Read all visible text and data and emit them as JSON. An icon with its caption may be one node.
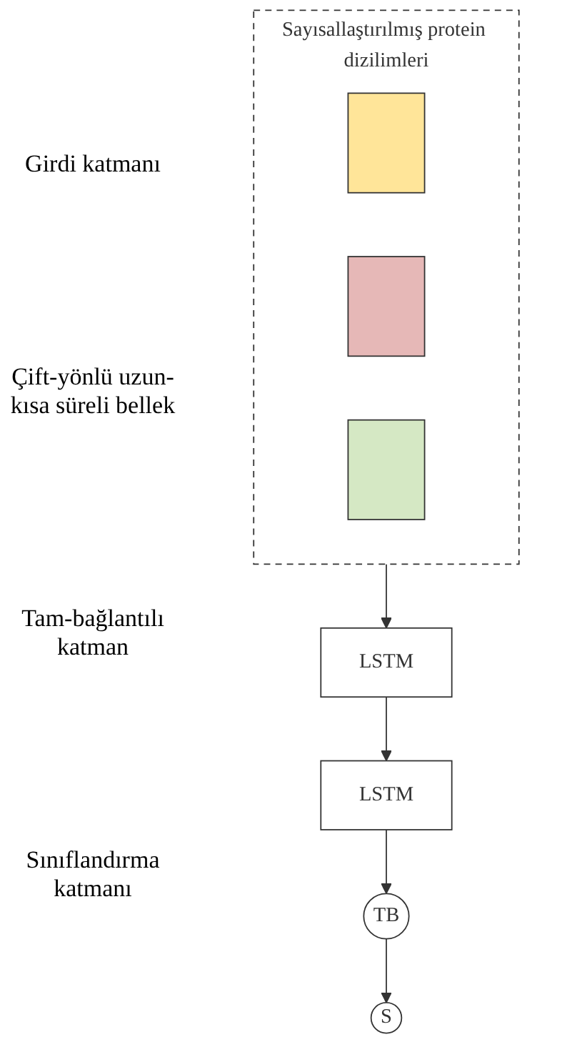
{
  "diagram": {
    "nodes": [
      {
        "text": [
          "Sayısallaştırılmış protein dizilimleri"
        ]
      },
      {
        "text": [],
        "shape": "bar",
        "in": 0
      },
      {
        "text": [],
        "shape": "bar",
        "in": 0
      },
      {
        "text": [],
        "shape": "bar",
        "in": 0
      },
      {
        "text": [
          "LSTM"
        ]
      },
      {
        "text": [
          "LSTM"
        ]
      },
      {
        "text": [
          "TB"
        ]
      },
      {
        "text": [
          "S"
        ]
      }
    ],
    "edges": [
      {
        "from": 0,
        "to": 5,
        "arrow": "to"
      },
      {
        "from": 5,
        "to": 4,
        "arrow": "to"
      },
      {
        "from": 4,
        "to": 6,
        "arrow": "to"
      },
      {
        "from": 6,
        "to": 7,
        "arrow": "to"
      }
    ],
    "labels": [
      "Girdi katmanı",
      "Çift-yönlü uzun-kısa süreli bellek",
      "Tam-bağlantılı katman",
      "Sınıflandırma katmanı"
    ]
  }
}
